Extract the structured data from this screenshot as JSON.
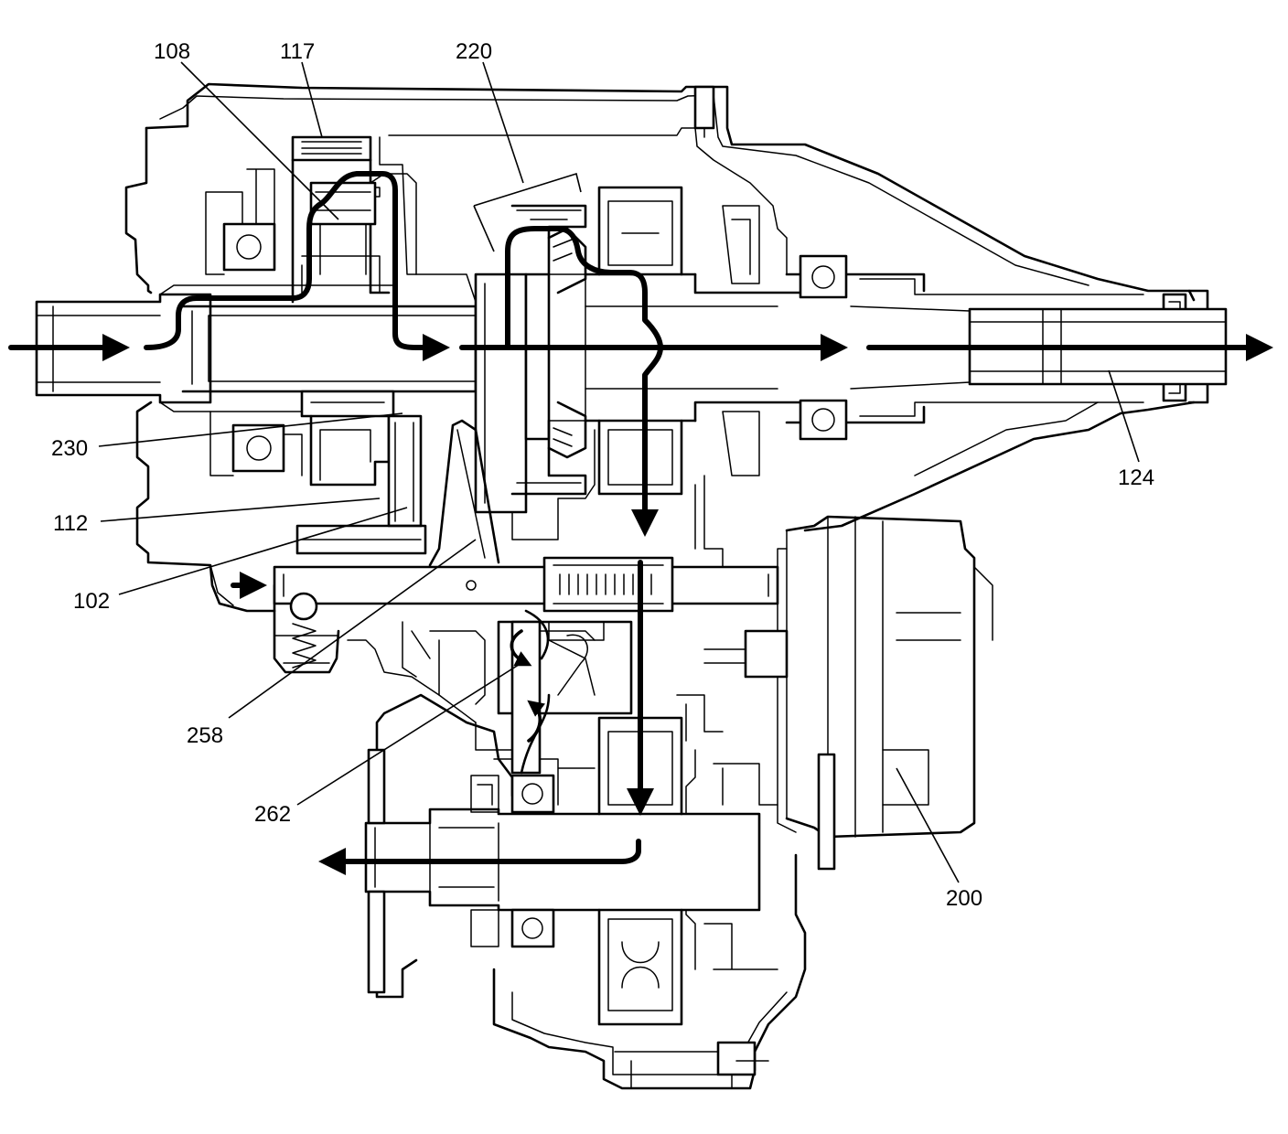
{
  "labels": {
    "l108": "108",
    "l117": "117",
    "l220": "220",
    "l230": "230",
    "l112": "112",
    "l102": "102",
    "l258": "258",
    "l262": "262",
    "l124": "124",
    "l200": "200"
  },
  "colors": {
    "ink": "#000000",
    "paper": "#ffffff"
  }
}
